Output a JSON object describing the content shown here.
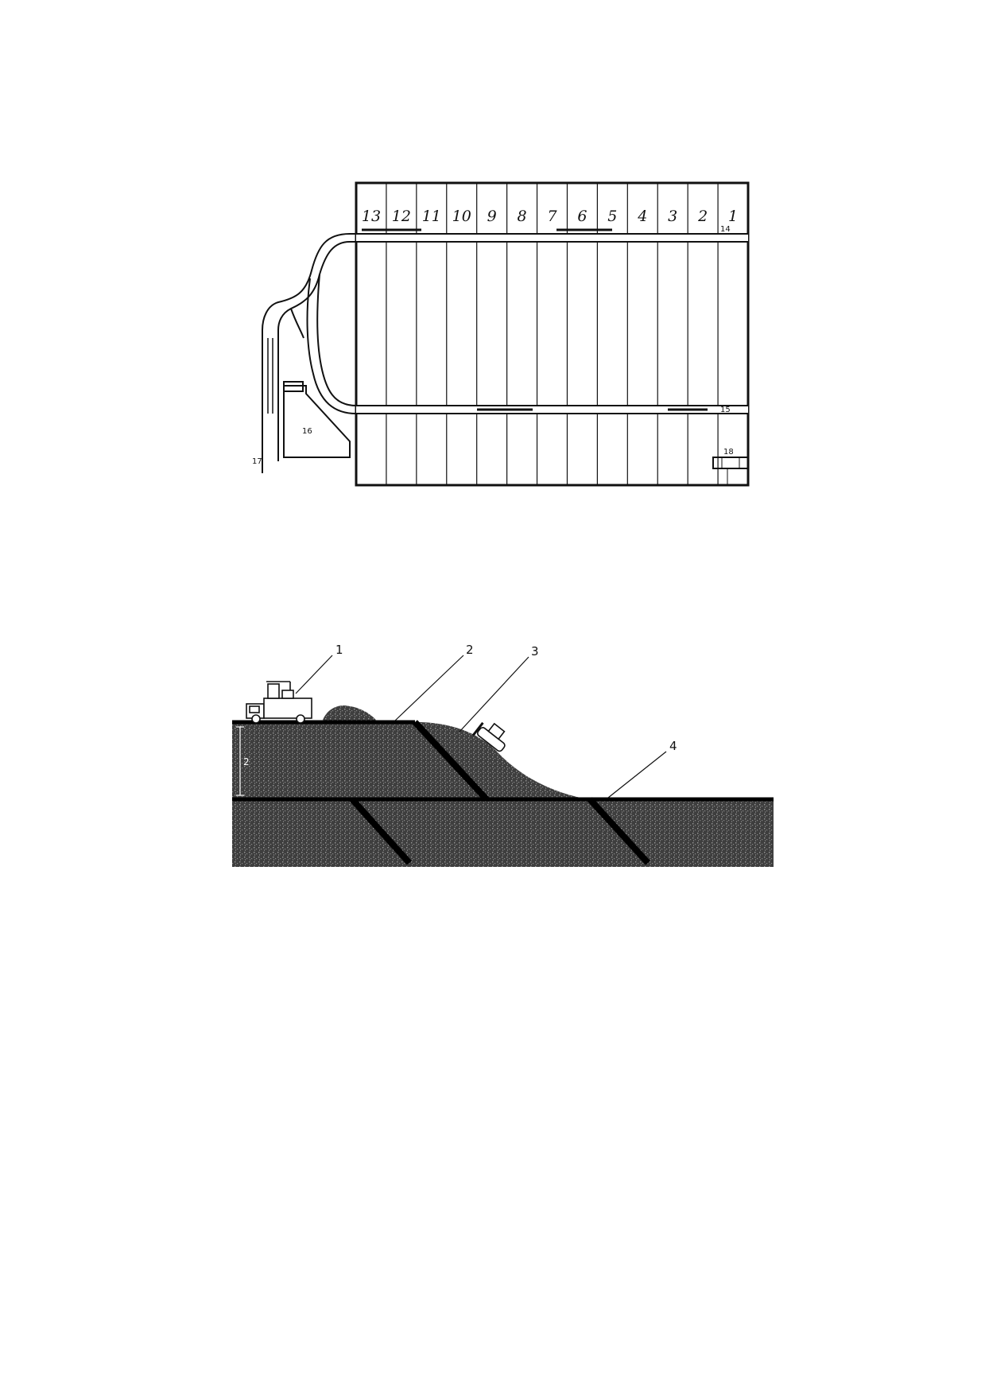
{
  "plan": {
    "cell_numbers": [
      "13",
      "12",
      "11",
      "10",
      "9",
      "8",
      "7",
      "6",
      "5",
      "4",
      "3",
      "2",
      "1"
    ],
    "labels": {
      "road_top": "14",
      "road_bottom": "15",
      "building": "16",
      "entrance_road": "17",
      "corner_unit": "18"
    }
  },
  "section": {
    "callouts": [
      "1",
      "2",
      "3",
      "4"
    ],
    "height_label": "2"
  },
  "colors": {
    "ink": "#111111",
    "fill": "#3a3a3a",
    "paper": "#ffffff"
  }
}
